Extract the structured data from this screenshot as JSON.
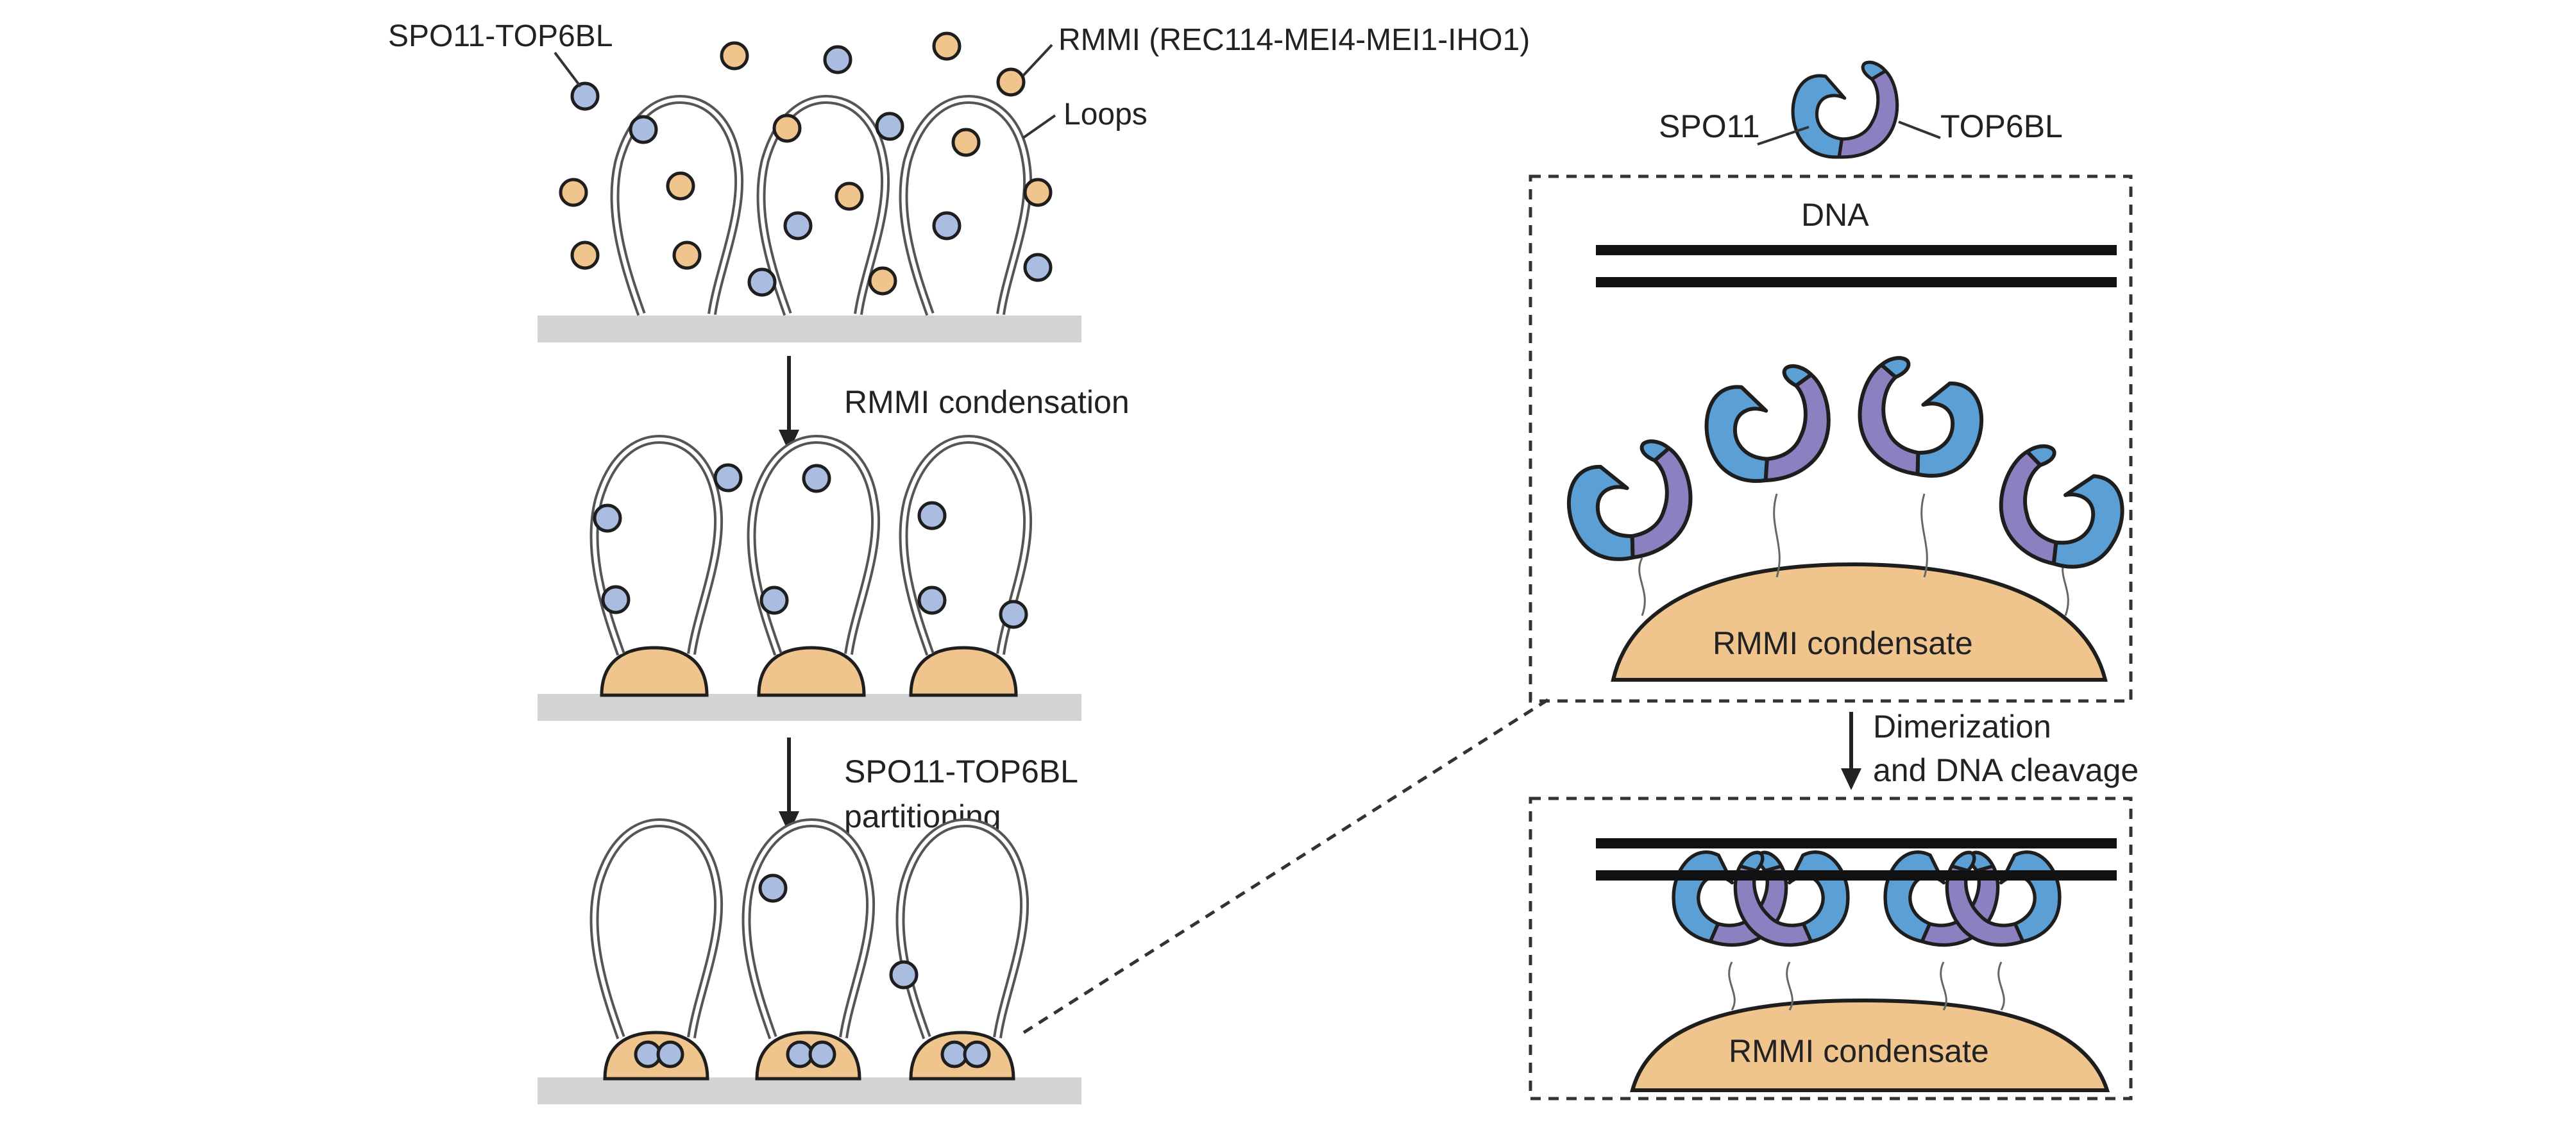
{
  "labels": {
    "spo11_top6bl": "SPO11-TOP6BL",
    "rmmi": "RMMI (REC114-MEI4-MEI1-IHO1)",
    "loops": "Loops",
    "step1": "RMMI condensation",
    "step2_line1": "SPO11-TOP6BL",
    "step2_line2": "partitioning",
    "spo11": "SPO11",
    "top6bl": "TOP6BL",
    "dna": "DNA",
    "condensate_top": "RMMI condensate",
    "step3_line1": "Dimerization",
    "step3_line2": "and DNA cleavage",
    "condensate_bottom": "RMMI condensate"
  },
  "colors": {
    "spo11_protein": "#aabde1",
    "rmmi_protein": "#efc48d",
    "condensate": "#efc48d",
    "spo11_blue": "#5b9fd5",
    "top6bl_purple": "#8d80c0",
    "surface": "#d2d3d5",
    "loop_stroke": "#555555",
    "text": "#222222"
  }
}
